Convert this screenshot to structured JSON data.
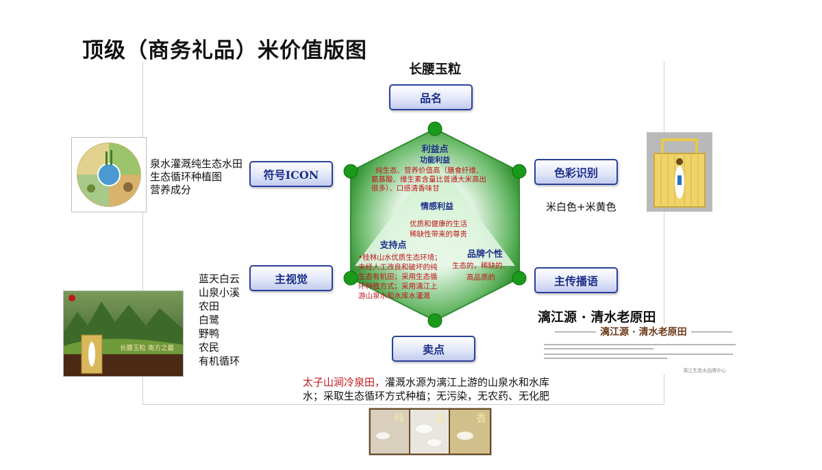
{
  "title": "顶级（商务礼品）米价值版图",
  "product_name": "长腰玉粒",
  "nodes": {
    "brand_name": "品名",
    "symbol_icon": "符号ICON",
    "color_id": "色彩识别",
    "main_visual": "主视觉",
    "slogan": "主传播语",
    "selling_point": "卖点"
  },
  "center": {
    "benefit_title": "利益点",
    "functional_title": "功能利益",
    "functional_text": [
      "纯生态、营养价值高（膳食纤维、",
      "氨基酸、维生素含量比普通大米高出",
      "很多）、口感清香味甘"
    ],
    "emotional_title": "情感利益",
    "emotional_text": [
      "优质和健康的生活",
      "稀缺性带来的尊贵"
    ],
    "support_title": "支持点",
    "support_text": [
      "•桂林山水优质生态环境；",
      "未经人工改良和破坏的纯",
      "生态有机田；采用生态循",
      "环种植方式；采用漓江上",
      "游山泉水和水库水灌溉"
    ],
    "personality_title": "品牌个性",
    "personality_text": [
      "生态的，稀缺的、",
      "高品质的"
    ]
  },
  "symbol_text": [
    "泉水灌溉纯生态水田",
    "生态循环种植图",
    "营养成分"
  ],
  "color_text": "米白色+米黄色",
  "visual_list": [
    "蓝天白云",
    "山泉小溪",
    "农田",
    "白鹭",
    "野鸭",
    "农民",
    "有机循环"
  ],
  "slogan_text": "漓江源 · 清水老原田",
  "slogan_card_title": "漓江源 · 清水老原田",
  "slogan_card_footer": "漓江生态水品牌中心",
  "selling_highlight": "太子山涧冷泉田，",
  "selling_rest": "灌溉水源为漓江上游的山泉水和水库",
  "selling_line2": "水；采取生态循环方式种植；无污染，无农药、无化肥",
  "poster": {
    "title": "长腰玉粒  南方之最"
  },
  "rice_strip": {
    "labels": [
      "纯",
      "晶",
      "香"
    ]
  },
  "colors": {
    "node_border": "#2a3f9a",
    "node_text": "#1c2f8a",
    "red_text": "#c0161b",
    "green_dot": "#1a9a1a",
    "hexagon_line": "#2e8b2e"
  }
}
